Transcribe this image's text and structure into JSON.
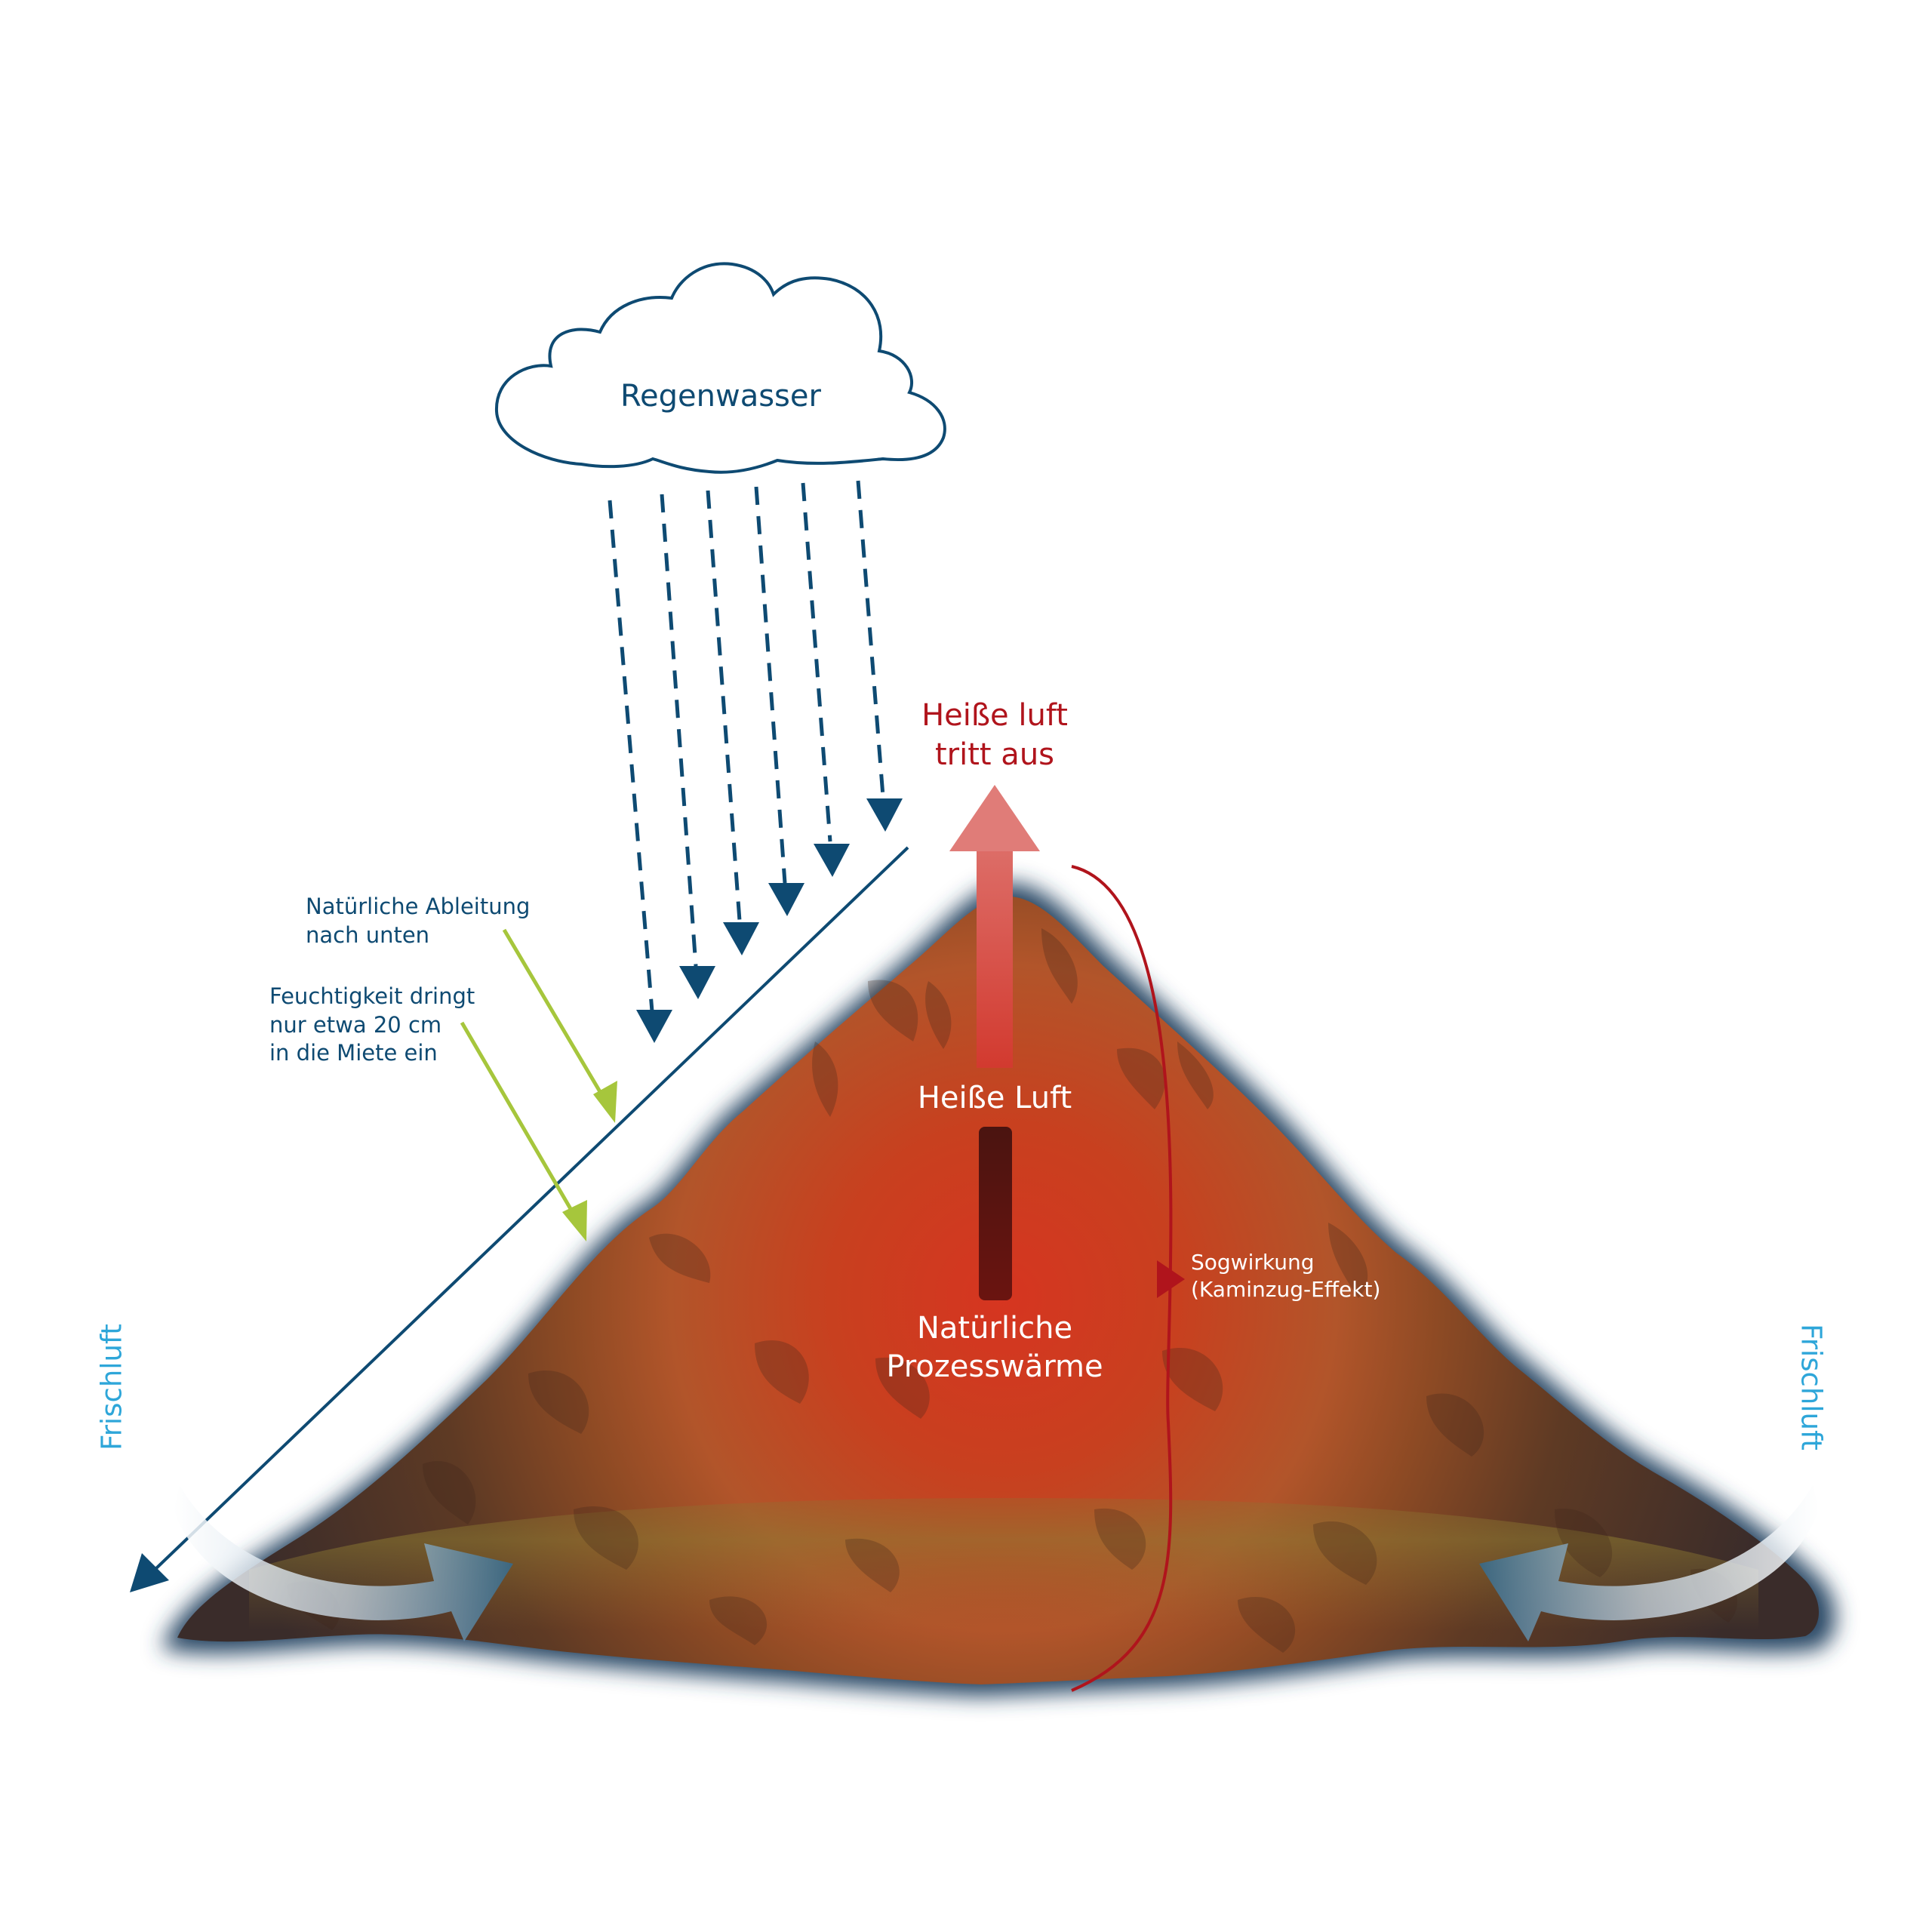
{
  "cloud": {
    "label": "Regenwasser"
  },
  "labels": {
    "hot_air_exit": "Heiße luft\ntritt aus",
    "hot_air": "Heiße Luft",
    "process_heat": "Natürliche\nProzesswärme",
    "natural_drain": "Natürliche Ableitung\nnach unten",
    "moisture": "Feuchtigkeit dringt\nnur etwa 20 cm\nin die Miete ein",
    "suction": "Sogwirkung\n(Kaminzug-Effekt)",
    "fresh_air_left": "Frischluft",
    "fresh_air_right": "Frischluft"
  },
  "colors": {
    "navy": "#0e4a72",
    "red": "#b0141c",
    "lime": "#a6c63c",
    "cyan": "#2ea6d9",
    "pile_edge": "#23435a"
  }
}
